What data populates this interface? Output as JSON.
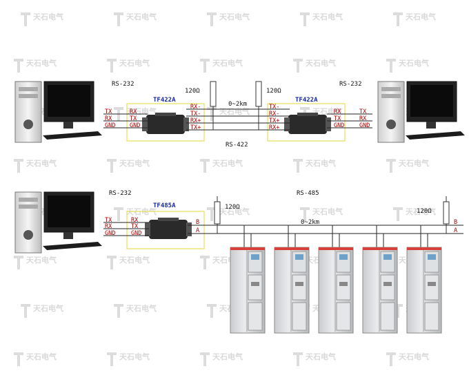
{
  "watermark": {
    "text": "天石电气"
  },
  "top_diagram": {
    "left_port_label": "RS-232",
    "right_port_label": "RS-232",
    "bus_label": "RS-422",
    "distance_label": "0~2km",
    "resistor_left_label": "120Ω",
    "resistor_right_label": "120Ω",
    "converter_left": {
      "model": "TF422A",
      "pc_side_signals": [
        "TX",
        "RX",
        "GND"
      ],
      "device_side_in": [
        "RX",
        "TX",
        "GND"
      ],
      "bus_signals": [
        "RX-",
        "TX-",
        "RX+",
        "TX+"
      ]
    },
    "converter_right": {
      "model": "TF422A",
      "bus_signals": [
        "TX-",
        "RX-",
        "TX+",
        "RX+"
      ],
      "device_side_in": [
        "RX",
        "TX",
        "GND"
      ],
      "pc_side_signals": [
        "TX",
        "RX",
        "GND"
      ]
    }
  },
  "bottom_diagram": {
    "port_label": "RS-232",
    "bus_label": "RS-485",
    "distance_label": "0~2km",
    "resistor_left_label": "120Ω",
    "resistor_right_label": "120Ω",
    "converter": {
      "model": "TF485A",
      "pc_side_signals": [
        "TX",
        "RX",
        "GND"
      ],
      "device_side_in": [
        "RX",
        "TX",
        "GND"
      ],
      "bus_signals": [
        "B",
        "A"
      ]
    },
    "bus_end_signals": [
      "B",
      "A"
    ],
    "cabinet_count": 5
  }
}
